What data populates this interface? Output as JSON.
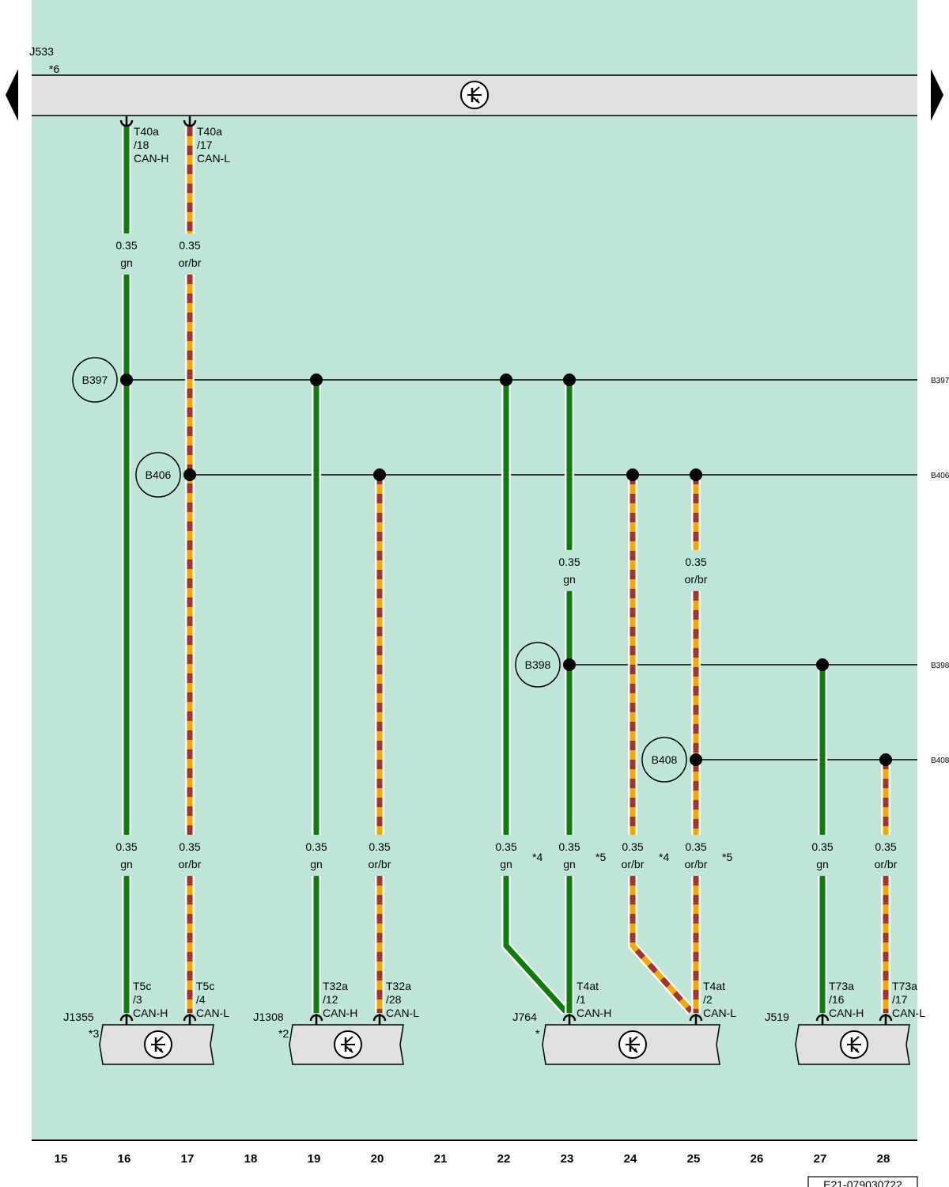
{
  "colors": {
    "background": "#bfe5d7",
    "module_fill": "#e0e0e0",
    "green_wire": "#0a7d0a",
    "orange": "#f5a800",
    "brown": "#a6322e",
    "wire_outline": "#ffffff",
    "bus_line": "#000000"
  },
  "gateway": {
    "prefix": "J",
    "number": "533",
    "note": "*6",
    "icon": "ecu-transistor-icon"
  },
  "page_nav": {
    "prev_icon": "triangle-left-icon",
    "next_icon": "triangle-right-icon"
  },
  "wire_spec": {
    "size": "0.35",
    "green": "gn",
    "orange_brown": "or/br"
  },
  "gateway_pins": [
    {
      "conn": "T40a",
      "pin": "/18",
      "signal": "CAN-H"
    },
    {
      "conn": "T40a",
      "pin": "/17",
      "signal": "CAN-L"
    }
  ],
  "splices": [
    {
      "id": "B397",
      "edge_label": "B397"
    },
    {
      "id": "B406",
      "edge_label": "B406"
    },
    {
      "id": "B398",
      "edge_label": "B398"
    },
    {
      "id": "B408",
      "edge_label": "B408"
    }
  ],
  "notes": {
    "n4a": "*4",
    "n5a": "*5",
    "n4b": "*4",
    "n5b": "*5"
  },
  "modules": [
    {
      "prefix": "J",
      "number": "1355",
      "note": "*3",
      "pins": [
        {
          "conn": "T5c",
          "pin": "/3",
          "signal": "CAN-H"
        },
        {
          "conn": "T5c",
          "pin": "/4",
          "signal": "CAN-L"
        }
      ]
    },
    {
      "prefix": "J",
      "number": "1308",
      "note": "*2",
      "pins": [
        {
          "conn": "T32a",
          "pin": "/12",
          "signal": "CAN-H"
        },
        {
          "conn": "T32a",
          "pin": "/28",
          "signal": "CAN-L"
        }
      ]
    },
    {
      "prefix": "J",
      "number": "764",
      "note": "*",
      "pins": [
        {
          "conn": "T4at",
          "pin": "/1",
          "signal": "CAN-H"
        },
        {
          "conn": "T4at",
          "pin": "/2",
          "signal": "CAN-L"
        }
      ]
    },
    {
      "prefix": "J",
      "number": "519",
      "note": "",
      "pins": [
        {
          "conn": "T73a",
          "pin": "/16",
          "signal": "CAN-H"
        },
        {
          "conn": "T73a",
          "pin": "/17",
          "signal": "CAN-L"
        }
      ]
    }
  ],
  "columns": [
    "15",
    "16",
    "17",
    "18",
    "19",
    "20",
    "21",
    "22",
    "23",
    "24",
    "25",
    "26",
    "27",
    "28"
  ],
  "footer": {
    "code": "E21-079030722"
  }
}
